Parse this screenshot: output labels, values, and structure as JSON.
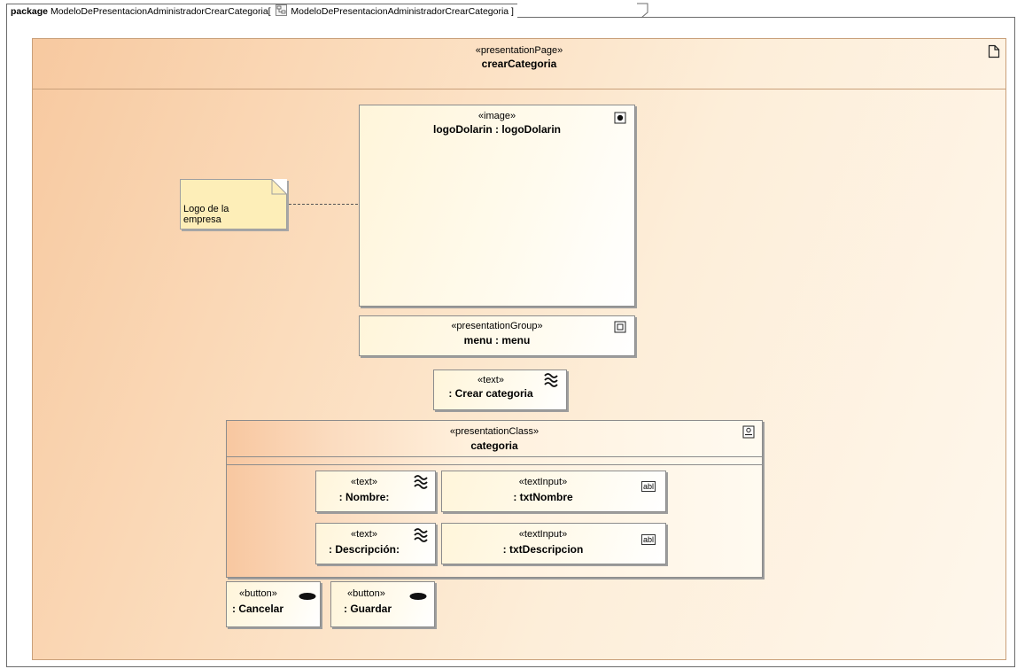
{
  "frame": {
    "keyword": "package",
    "name": "ModeloDePresentacionAdministradorCrearCategoria[",
    "diagram_name": "ModeloDePresentacionAdministradorCrearCategoria ]"
  },
  "page": {
    "stereotype": "«presentationPage»",
    "name": "crearCategoria",
    "icon": "document-icon"
  },
  "image": {
    "stereotype": "«image»",
    "name": "logoDolarin : logoDolarin",
    "icon": "image-dot-icon"
  },
  "note": {
    "text": "Logo de la empresa"
  },
  "menu": {
    "stereotype": "«presentationGroup»",
    "name": "menu : menu",
    "icon": "group-icon"
  },
  "title_text": {
    "stereotype": "«text»",
    "name": ": Crear categoria",
    "icon": "text-wave-icon"
  },
  "category": {
    "stereotype": "«presentationClass»",
    "name": "categoria",
    "icon": "class-icon"
  },
  "fields": [
    {
      "label_stereotype": "«text»",
      "label": ": Nombre:",
      "input_stereotype": "«textInput»",
      "input": ": txtNombre",
      "input_icon": "abl"
    },
    {
      "label_stereotype": "«text»",
      "label": ": Descripción:",
      "input_stereotype": "«textInput»",
      "input": ": txtDescripcion",
      "input_icon": "abl"
    }
  ],
  "buttons": [
    {
      "stereotype": "«button»",
      "name": ": Cancelar"
    },
    {
      "stereotype": "«button»",
      "name": ": Guardar"
    }
  ]
}
